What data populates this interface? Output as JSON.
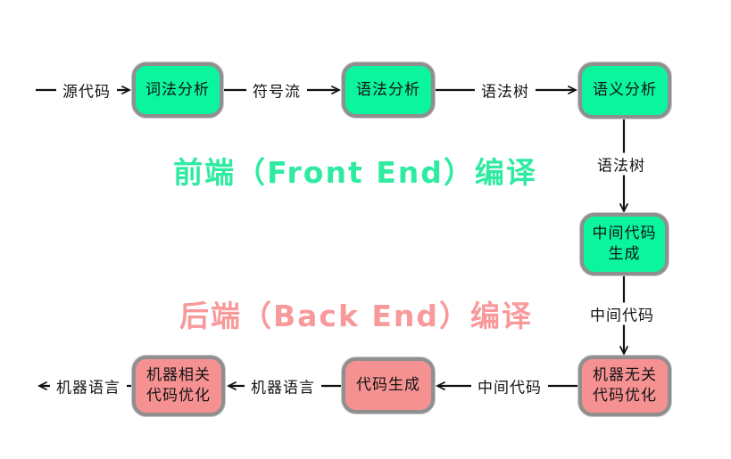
{
  "diagram": {
    "titles": {
      "front_end": "前端（Front End）编译",
      "back_end": "后端（Back End）编译"
    },
    "nodes": {
      "lexical_analysis": "词法分析",
      "syntax_analysis": "语法分析",
      "semantic_analysis": "语义分析",
      "intermediate_code_generation": "中间代码\n生成",
      "machine_independent_optimization": "机器无关\n代码优化",
      "code_generation": "代码生成",
      "machine_dependent_optimization": "机器相关\n代码优化"
    },
    "edge_labels": {
      "source_code": "源代码",
      "token_stream": "符号流",
      "syntax_tree_top": "语法树",
      "syntax_tree_right": "语法树",
      "intermediate_code_right": "中间代码",
      "intermediate_code_bottom": "中间代码",
      "machine_language_mid": "机器语言",
      "machine_language_out": "机器语言"
    },
    "colors": {
      "front_end_fill": "#0af59e",
      "back_end_fill": "#f69191",
      "box_border": "#8f8f8f",
      "front_end_title": "#2feba2",
      "back_end_title": "#f8999b",
      "line": "#111111"
    }
  }
}
